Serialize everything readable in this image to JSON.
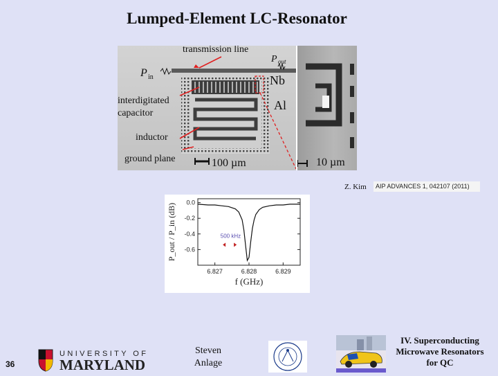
{
  "slide": {
    "title": "Lumped-Element LC-Resonator",
    "page_number": "36",
    "author_lines": [
      "Steven",
      "Anlage"
    ],
    "section_lines": [
      "IV. Superconducting",
      "Microwave Resonators",
      "for QC"
    ],
    "university_logo": {
      "line1": "UNIVERSITY OF",
      "line2": "MARYLAND"
    },
    "seal_text": "CENTER FOR NANOPHYSICS AND ADVANCED MATERIALS"
  },
  "figure": {
    "labels": {
      "transmission_line": "transmission line",
      "p_out": "P",
      "p_out_sub": "out",
      "p_in": "P",
      "p_in_sub": "in",
      "nb": "Nb",
      "al": "Al",
      "interdigitated_1": "interdigitated",
      "interdigitated_2": "capacitor",
      "inductor": "inductor",
      "ground_plane": "ground plane",
      "scale_left": "100 µm",
      "scale_right": "10 µm"
    },
    "reference": {
      "author": "Z. Kim",
      "journal": "AIP ADVANCES 1, 042107 (2011)"
    }
  },
  "chart_data": {
    "type": "line",
    "xlabel": "f (GHz)",
    "ylabel": "P_out / P_in (dB)",
    "xlim": [
      6.8265,
      6.8295
    ],
    "ylim": [
      -0.8,
      0.05
    ],
    "xticks": [
      6.827,
      6.828,
      6.829
    ],
    "yticks": [
      0.0,
      -0.2,
      -0.4,
      -0.6
    ],
    "annotation": "500 kHz",
    "series": [
      {
        "x": [
          6.8265,
          6.8268,
          6.827,
          6.8272,
          6.8274,
          6.8276,
          6.8277,
          6.8278,
          6.82785,
          6.8279,
          6.82795,
          6.828,
          6.82805,
          6.8281,
          6.82815,
          6.8282,
          6.8283,
          6.8284,
          6.8286,
          6.8288,
          6.829,
          6.8292,
          6.8295
        ],
        "y": [
          -0.02,
          -0.03,
          -0.03,
          -0.04,
          -0.05,
          -0.08,
          -0.12,
          -0.22,
          -0.35,
          -0.55,
          -0.74,
          -0.7,
          -0.5,
          -0.33,
          -0.22,
          -0.15,
          -0.09,
          -0.06,
          -0.04,
          -0.03,
          -0.03,
          -0.02,
          -0.02
        ]
      }
    ]
  }
}
